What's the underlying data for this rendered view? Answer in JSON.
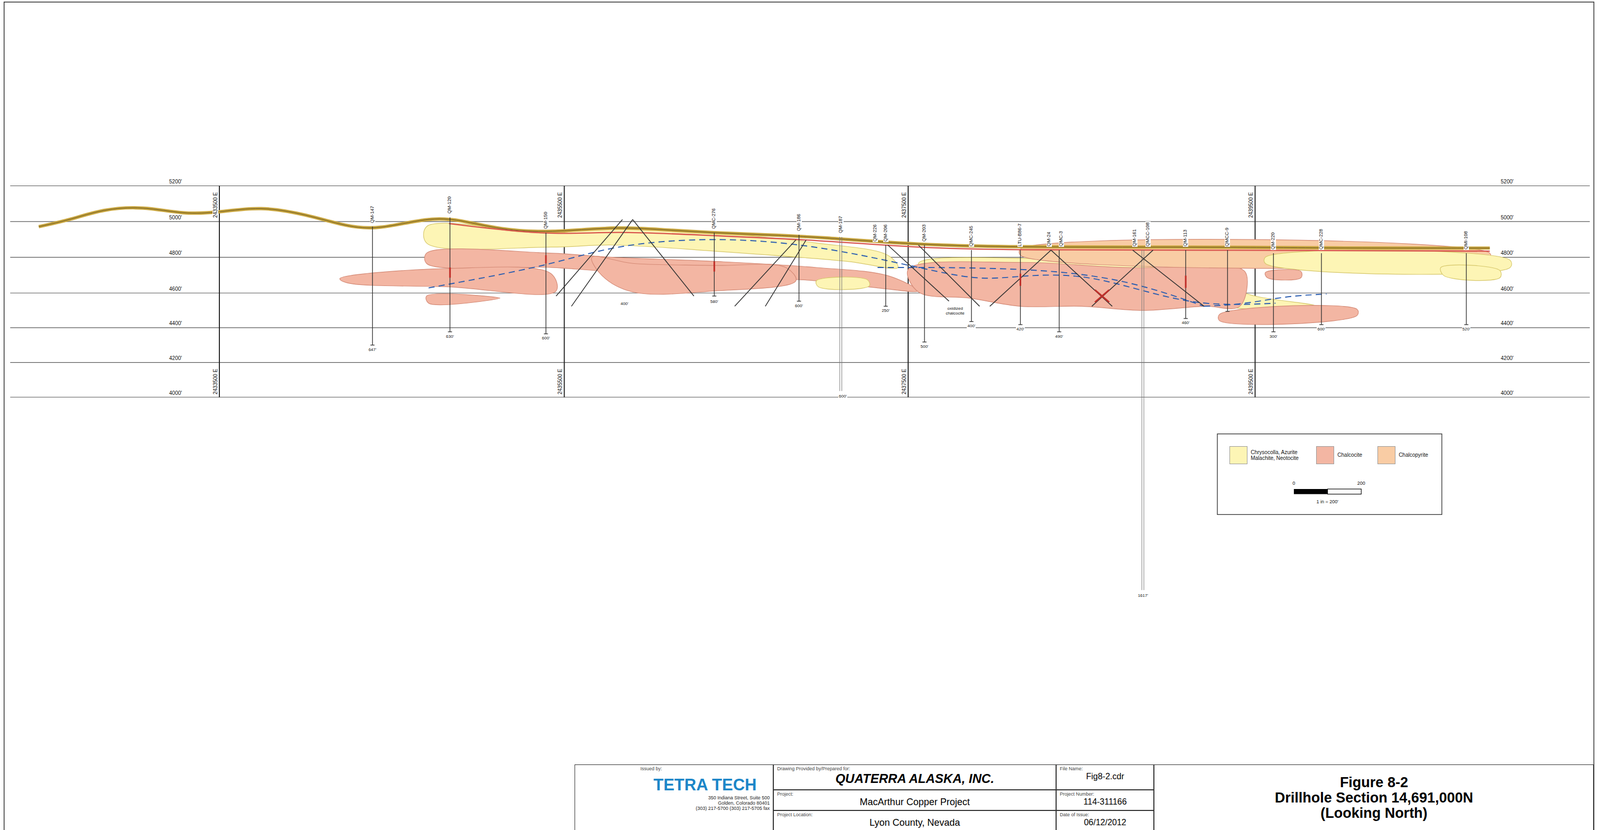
{
  "diagram": {
    "nodes": [
      {
        "text": [
          "Issued by:",
          "TETRA TECH",
          "350 Indiana Street, Suite 500",
          "Golden, Colorado 80401",
          "(303) 217-5700  (303) 217-5705 fax"
        ]
      },
      {
        "text": [
          "Drawing Provided by/Prepared for:",
          "QUATERRA ALASKA, INC."
        ]
      },
      {
        "text": [
          "Project:",
          "MacArthur Copper Project"
        ]
      },
      {
        "text": [
          "Project Location:",
          "Lyon County, Nevada"
        ]
      },
      {
        "text": [
          "File Name:",
          "Fig8-2.cdr"
        ]
      },
      {
        "text": [
          "Project Number:",
          "114-311166"
        ]
      },
      {
        "text": [
          "Date of Issue:",
          "06/12/2012"
        ]
      },
      {
        "text": [
          "Figure 8-2",
          "Drillhole Section 14,691,000N",
          "(Looking North)"
        ]
      }
    ],
    "labels": [
      "5200'",
      "5000'",
      "4800'",
      "4600'",
      "4400'",
      "4200'",
      "4000'",
      "5200'",
      "5000'",
      "4800'",
      "4600'",
      "4400'",
      "4200'",
      "4000'",
      "2433500 E",
      "2435500 E",
      "2437500 E",
      "2439500 E",
      "2433500 E",
      "2435500 E",
      "2437500 E",
      "2439500 E",
      "QM-147",
      "QM-120",
      "QM-150",
      "QMC-276",
      "QM-186",
      "QM-187",
      "QM-226",
      "QM-206",
      "QM-203",
      "QMC-245",
      "LTU-B86-7",
      "QM-24",
      "QMC-3",
      "QM-161",
      "QMCC-108",
      "QM-113",
      "QMCC-9",
      "QM-220",
      "QMC-228",
      "QMI-108",
      "647'",
      "630'",
      "600'",
      "400'",
      "580'",
      "600'",
      "600'",
      "250'",
      "500'",
      "400'",
      "420'",
      "490'",
      "1617'",
      "460'",
      "300'",
      "600'",
      "520'",
      "oxidized chalcocite",
      "0",
      "200",
      "1 in = 200'"
    ],
    "legend": [
      {
        "text": "Chrysocolla, Azurite Malachite, Neotocite",
        "color": "#fdf5b5"
      },
      {
        "text": "Chalcocite",
        "color": "#f3b6a3"
      },
      {
        "text": "Chalcopyrite",
        "color": "#f9cca4"
      }
    ]
  }
}
